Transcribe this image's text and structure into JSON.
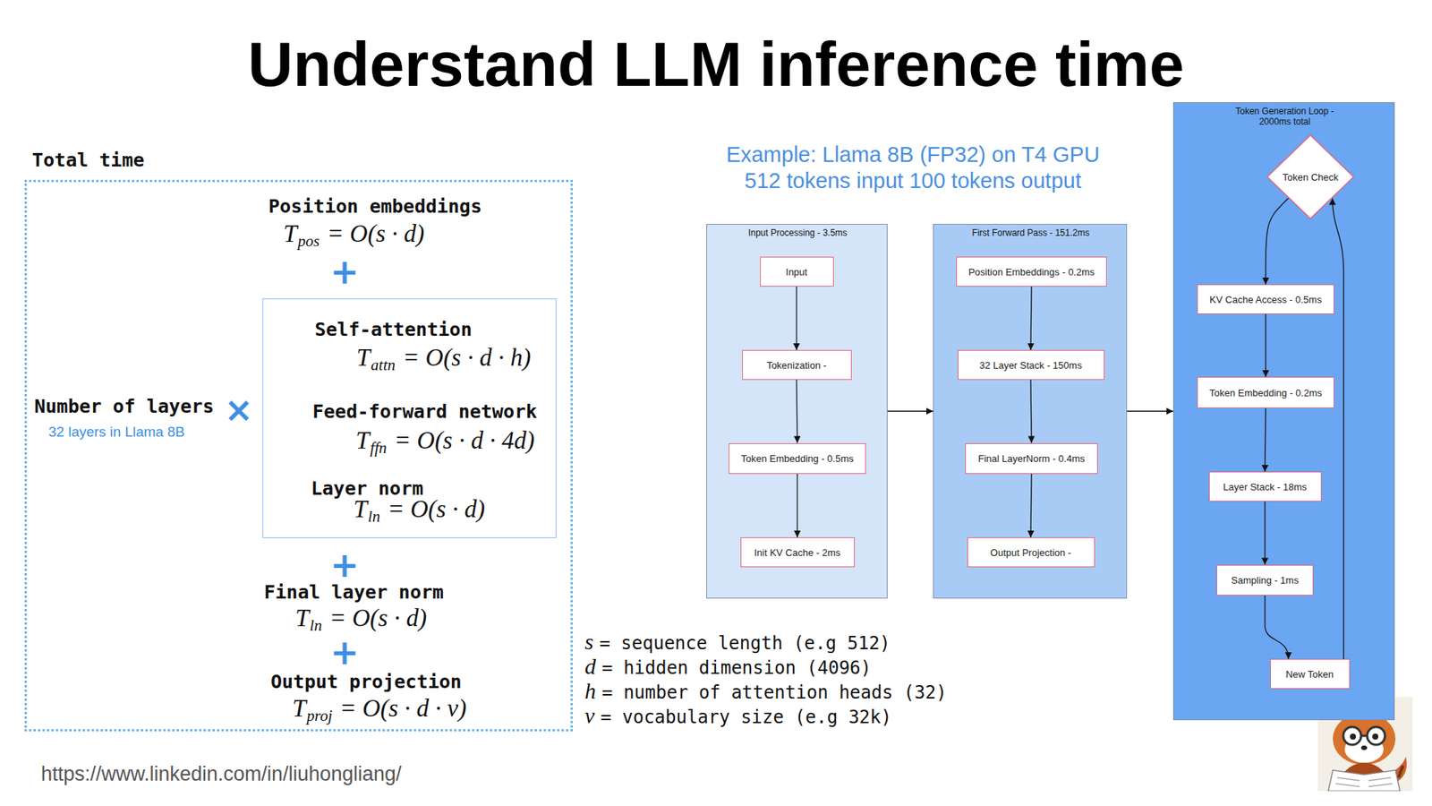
{
  "diagram": {
    "title": "Understand LLM inference time",
    "nodes": [
      {
        "text": [
          "Total time",
          "Position embeddings",
          "T",
          "pos",
          "= O(s · d)",
          "+",
          "Number of layers",
          "32 layers in Llama 8B",
          "×",
          "+",
          "Final layer norm",
          "T",
          "ln",
          "= O(s · d)",
          "+",
          "Output projection",
          "T",
          "proj",
          "= O(s · d · v)"
        ]
      },
      {
        "text": [
          "Self-attention",
          "T",
          "attn",
          "= O(s · d · h)",
          "Feed-forward network",
          "T",
          "ffn",
          "= O(s · d · 4d)",
          "Layer norm",
          "T",
          "ln",
          "= O(s · d)"
        ],
        "in": 0
      },
      {
        "text": [
          "Input Processing - 3.5ms"
        ]
      },
      {
        "text": [
          "Input"
        ],
        "in": 2
      },
      {
        "text": [
          "Tokenization -"
        ],
        "in": 2
      },
      {
        "text": [
          "Token Embedding - 0.5ms"
        ],
        "in": 2
      },
      {
        "text": [
          "Init KV Cache - 2ms"
        ],
        "in": 2
      },
      {
        "text": [
          "First Forward Pass - 151.2ms"
        ]
      },
      {
        "text": [
          "Position Embeddings - 0.2ms"
        ],
        "in": 7
      },
      {
        "text": [
          "32 Layer Stack - 150ms"
        ],
        "in": 7
      },
      {
        "text": [
          "Final LayerNorm - 0.4ms"
        ],
        "in": 7
      },
      {
        "text": [
          "Output Projection -"
        ],
        "in": 7
      },
      {
        "text": [
          "Token Generation Loop - 2000ms total"
        ]
      },
      {
        "text": [
          "Token Check"
        ],
        "in": 12
      },
      {
        "text": [
          "KV Cache Access - 0.5ms"
        ],
        "in": 12
      },
      {
        "text": [
          "Token Embedding - 0.2ms"
        ],
        "in": 12
      },
      {
        "text": [
          "Layer Stack - 18ms"
        ],
        "in": 12
      },
      {
        "text": [
          "Sampling - 1ms"
        ],
        "in": 12
      },
      {
        "text": [
          "New Token"
        ],
        "in": 12
      }
    ],
    "edges": [
      {
        "from": 3,
        "to": 4,
        "arrow": "to"
      },
      {
        "from": 4,
        "to": 5,
        "arrow": "to"
      },
      {
        "from": 5,
        "to": 6,
        "arrow": "to"
      },
      {
        "from": 8,
        "to": 9,
        "arrow": "to"
      },
      {
        "from": 9,
        "to": 10,
        "arrow": "to"
      },
      {
        "from": 10,
        "to": 11,
        "arrow": "to"
      },
      {
        "from": 2,
        "to": 7,
        "arrow": "to"
      },
      {
        "from": 7,
        "to": 12,
        "arrow": "to"
      },
      {
        "from": 13,
        "to": 14,
        "arrow": "to"
      },
      {
        "from": 14,
        "to": 15,
        "arrow": "to"
      },
      {
        "from": 15,
        "to": 16,
        "arrow": "to"
      },
      {
        "from": 16,
        "to": 17,
        "arrow": "to"
      },
      {
        "from": 17,
        "to": 18,
        "arrow": "to"
      },
      {
        "from": 18,
        "to": 13,
        "arrow": "to"
      }
    ],
    "labels": [
      "Example: Llama 8B (FP32) on T4 GPU",
      "512 tokens input 100 tokens output",
      "s",
      "= sequence length (e.g 512)",
      "d",
      "= hidden dimension (4096)",
      "h",
      "= number of attention heads (32)",
      "v",
      "= vocabulary size (e.g 32k)",
      "https://www.linkedin.com/in/liuhongliang/"
    ]
  }
}
